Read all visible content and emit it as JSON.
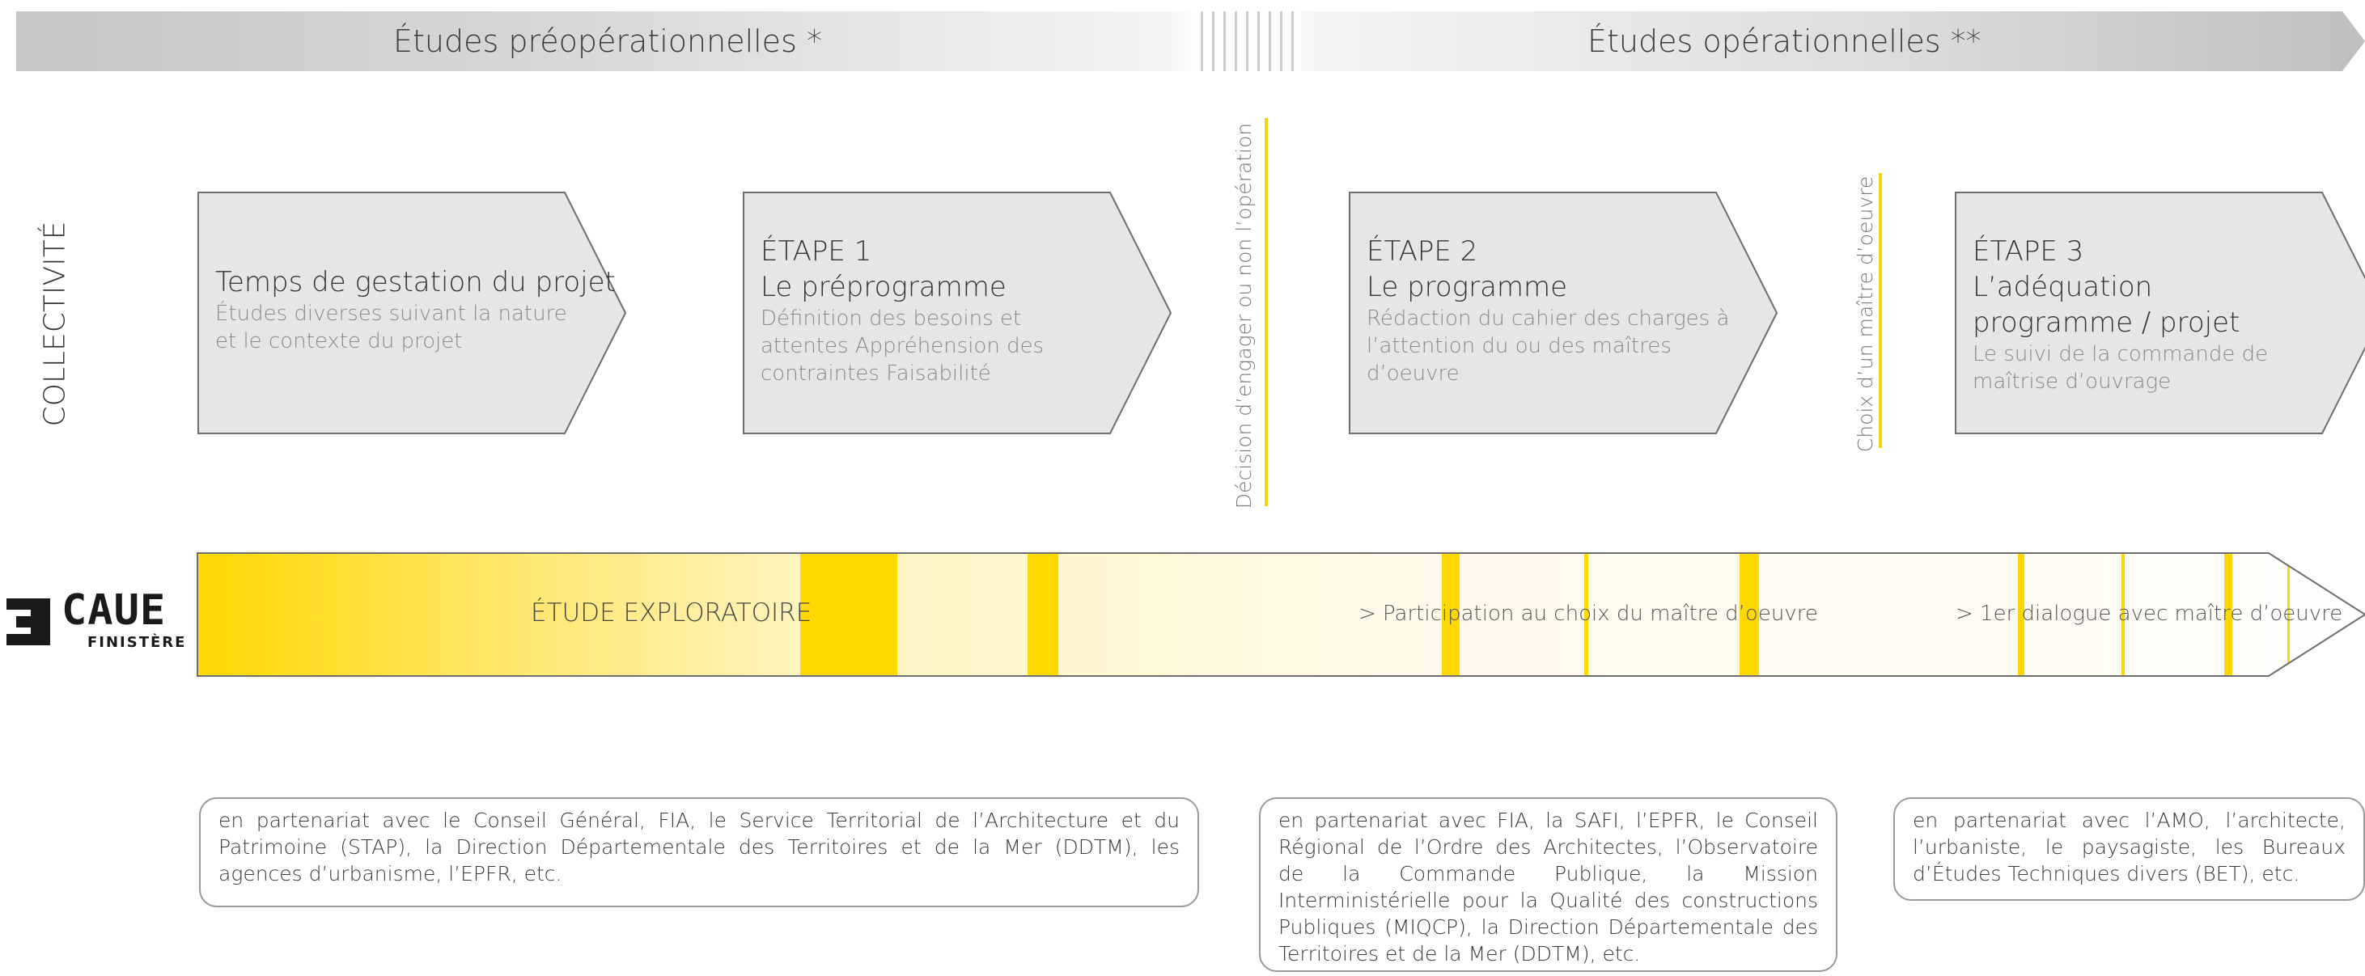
{
  "header": {
    "left_title": "Études préopérationnelles *",
    "right_title": "Études opérationnelles **"
  },
  "row_label": "COLLECTIVITÉ",
  "steps": [
    {
      "heading_lines": [
        "Temps de gestation du projet"
      ],
      "description": "Études diverses suivant la nature et le contexte du projet"
    },
    {
      "heading_lines": [
        "ÉTAPE 1",
        "Le préprogramme"
      ],
      "description": "Définition des besoins et attentes Appréhension des contraintes Faisabilité"
    },
    {
      "heading_lines": [
        "ÉTAPE 2",
        "Le programme"
      ],
      "description": "Rédaction du cahier des charges à l’attention du ou des maîtres d’oeuvre"
    },
    {
      "heading_lines": [
        "ÉTAPE 3",
        "L’adéquation",
        "programme / projet"
      ],
      "description": "Le suivi de la commande de maîtrise d’ouvrage"
    }
  ],
  "decisions": [
    "Décision d’engager ou non l’opération",
    "Choix d’un maître d’oeuvre"
  ],
  "band": {
    "main_label": "ÉTUDE EXPLORATOIRE",
    "label_2": "> Participation au choix du maître d’oeuvre",
    "label_3": "> 1er dialogue avec maître d’oeuvre"
  },
  "logo": {
    "name": "CAUE",
    "sub": "FINISTÈRE",
    "icon": "caue-emblem-icon"
  },
  "partners": [
    "en partenariat avec le Conseil Général, FIA, le Service Territorial de l’Architecture et du Patrimoine (STAP), la Direction Départementale des Territoires et de la Mer (DDTM), les agences d’urbanisme, l’EPFR, etc.",
    "en partenariat avec FIA, la SAFI, l’EPFR, le Conseil Régional de l’Ordre des Architectes, l’Observatoire de la Commande Publique, la Mission Interministérielle pour la Qualité des constructions Publiques (MIQCP), la Direction Départementale des Territoires et de la Mer (DDTM), etc.",
    "en partenariat avec l’AMO, l’architecte, l’urbaniste, le paysagiste, les Bureaux d’Études Techniques divers (BET), etc."
  ],
  "colors": {
    "accent_yellow": "#ffd800",
    "step_fill": "#e6e6e6",
    "step_stroke": "#6e6e6e"
  }
}
